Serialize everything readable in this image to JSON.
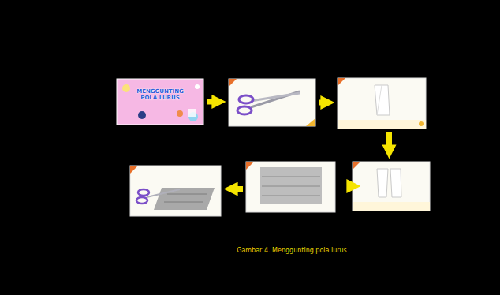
{
  "diagram": {
    "caption": "Gambar 4. Menggunting pola lurus",
    "nodes": [
      {
        "text": [
          "MENGGUNTING POLA LURUS"
        ]
      },
      {
        "text": []
      },
      {
        "text": []
      },
      {
        "text": []
      },
      {
        "text": []
      },
      {
        "text": []
      }
    ],
    "edges": [
      {
        "from": 0,
        "to": 1,
        "arrow": "to"
      },
      {
        "from": 1,
        "to": 2,
        "arrow": "to"
      },
      {
        "from": 2,
        "to": 3,
        "arrow": "to"
      },
      {
        "from": 3,
        "to": 4,
        "arrow": "to"
      },
      {
        "from": 4,
        "to": 5,
        "arrow": "to"
      }
    ]
  }
}
